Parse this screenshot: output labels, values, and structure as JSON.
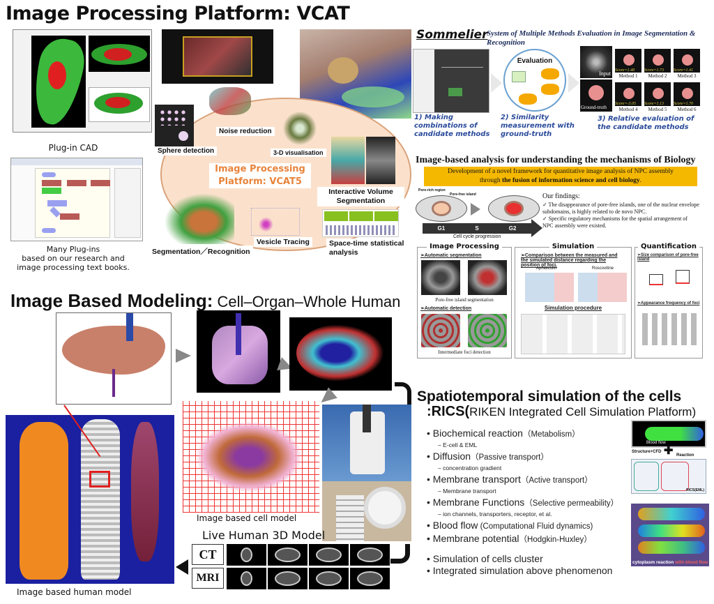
{
  "vcat": {
    "title": "Image Processing Platform: VCAT",
    "plugin_cad": "Plug-in CAD",
    "many_plugins": [
      "Many Plug-ins",
      "based on our research and",
      "image processing text books."
    ],
    "center_label": [
      "Image Processing",
      "Platform:  VCAT5"
    ],
    "features": {
      "sphere": "Sphere detection",
      "noise": "Noise reduction",
      "vis3d": "3-D visualisation",
      "volume": "Interactive Volume Segmentation",
      "segrec": "Segmentation／Recognition",
      "vesicle": "Vesicle Tracing",
      "spacetime": "Space-time statistical analysis"
    }
  },
  "sommelier": {
    "title": "Sommelier",
    "subtitle": "System of Multiple Methods Evaluation in Image Segmentation & Recognition",
    "evaluation": "Evaluation",
    "input": "Input",
    "ground_truth": "Ground-truth",
    "methods": [
      {
        "name": "Method 1",
        "score": "Score=1.48"
      },
      {
        "name": "Method 2",
        "score": "Score=1.73"
      },
      {
        "name": "Method 3",
        "score": "Score=1.41"
      },
      {
        "name": "Method 4",
        "score": "Score=-3.05"
      },
      {
        "name": "Method 5",
        "score": "Score=1.13"
      },
      {
        "name": "Method 6",
        "score": "Score=1.70"
      }
    ],
    "steps": [
      "1) Making combinations of candidate methods",
      "2) Similarity measurement with ground-truth",
      "3) Relative evaluation of the candidate methods"
    ]
  },
  "biology": {
    "title": "Image-based analysis for understanding the mechanisms of Biology",
    "banner_line1": "Development of a novel framework for quantitative image analysis of NPC assembly",
    "banner_line2_pre": "through ",
    "banner_line2_bold": "the fusion of information science and cell biology",
    "pore_rich": "Pore-rich region",
    "pore_free": "Pore-free island",
    "phases": [
      "G1",
      "S",
      "G2"
    ],
    "cycle": "Cell cycle progression",
    "findings_title": "Our findings:",
    "finding1": "✓ The disappearance of pore-free islands, one of the nuclear envelope subdomains, is highly related to de novo NPC.",
    "finding2": "✓ Specific regulatory mechanisms for the spatial arrangement of NPC assembly were existed.",
    "panels": {
      "image_processing": "Image Processing",
      "auto_seg": "➢Automatic segmentation",
      "seg_caption": "Pore-free island segmentation",
      "auto_det": "➢Automatic detection",
      "det_caption": "Intermediate foci detection",
      "simulation": "Simulation",
      "comparison": "➢Comparison between the measured and the simulated distance regarding the position of foci.",
      "aphidicolin": "Aphidicolin",
      "roscovitine": "Roscovitine",
      "sim_proc": "Simulation procedure",
      "quantification": "Quantification",
      "size_comp": "➢Size comparison of pore-free island",
      "appearance": "➢Appearance frequency of foci"
    }
  },
  "ibm": {
    "title_bold": "Image Based Modeling:",
    "title_rest": " Cell–Organ–Whole Human",
    "cell_model": "Image based cell model",
    "live_human": "Live Human 3D Model",
    "ct": "CT",
    "mri": "MRI",
    "human_model": "Image based human model"
  },
  "rics": {
    "title1": "Spatiotemporal simulation of the cells",
    "title2_prefix": ":RICS(",
    "title2_rest": "RIKEN Integrated Cell Simulation Platform)",
    "items": [
      {
        "main": "Biochemical reaction",
        "paren": "（Metabolism）",
        "sub": "E-cell & EML"
      },
      {
        "main": "Diffusion",
        "paren": "（Passive transport）",
        "sub": "concentration gradient"
      },
      {
        "main": "Membrane transport",
        "paren": "（Active transport）",
        "sub": "Membrane transport"
      },
      {
        "main": "Membrane Functions",
        "paren": "（Selective permeability）",
        "sub": "ion channels, transporters, receptor, et al."
      },
      {
        "main": "Blood flow",
        "paren": "  (Computational Fluid dynamics)"
      },
      {
        "main": "Membrane potential",
        "paren": "（Hodgkin-Huxley）"
      },
      {
        "main": "Simulation of cells cluster"
      },
      {
        "main": "Integrated simulation above phenomenon"
      }
    ],
    "blood_flow": "Blood flow",
    "structure_cfd": "Structure+CFD",
    "reaction": "Reaction",
    "rics_eml": "RICS(EML)",
    "cyto_a": "cytoplasm reaction ",
    "cyto_b": "with blood flow"
  },
  "colors": {
    "orange": "#e8833a",
    "banner": "#f5b800",
    "navy": "#2a4a9a",
    "red": "#c00000"
  }
}
